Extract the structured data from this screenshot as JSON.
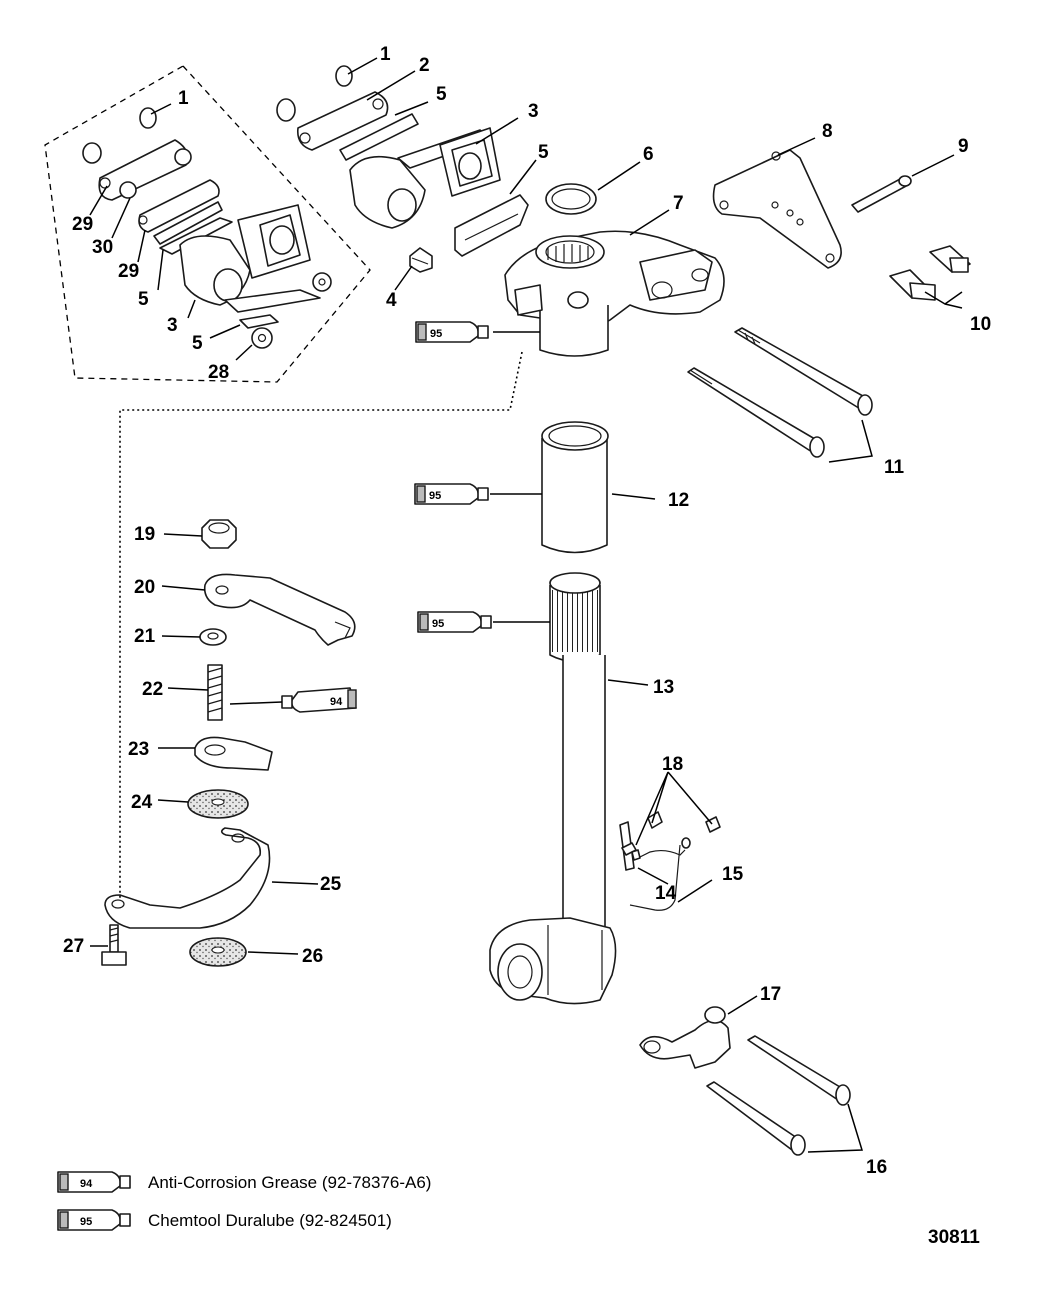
{
  "diagram_id": "30811",
  "callouts": {
    "c1a": "1",
    "c2": "2",
    "c5a": "5",
    "c3a": "3",
    "c1b": "1",
    "c5b": "5",
    "c6": "6",
    "c7": "7",
    "c8": "8",
    "c9": "9",
    "c29a": "29",
    "c30": "30",
    "c29b": "29",
    "c5c": "5",
    "c3b": "3",
    "c5d": "5",
    "c28": "28",
    "c4": "4",
    "c10": "10",
    "c11": "11",
    "c12": "12",
    "c13": "13",
    "c19": "19",
    "c20": "20",
    "c21": "21",
    "c22": "22",
    "c23": "23",
    "c24": "24",
    "c25": "25",
    "c26": "26",
    "c27": "27",
    "c18": "18",
    "c14": "14",
    "c15": "15",
    "c17": "17",
    "c16": "16"
  },
  "tubes": {
    "t95a": "95",
    "t95b": "95",
    "t95c": "95",
    "t94": "94"
  },
  "legend": [
    {
      "code": "94",
      "label": "Anti-Corrosion Grease (92-78376-A6)"
    },
    {
      "code": "95",
      "label": "Chemtool Duralube (92-824501)"
    }
  ]
}
